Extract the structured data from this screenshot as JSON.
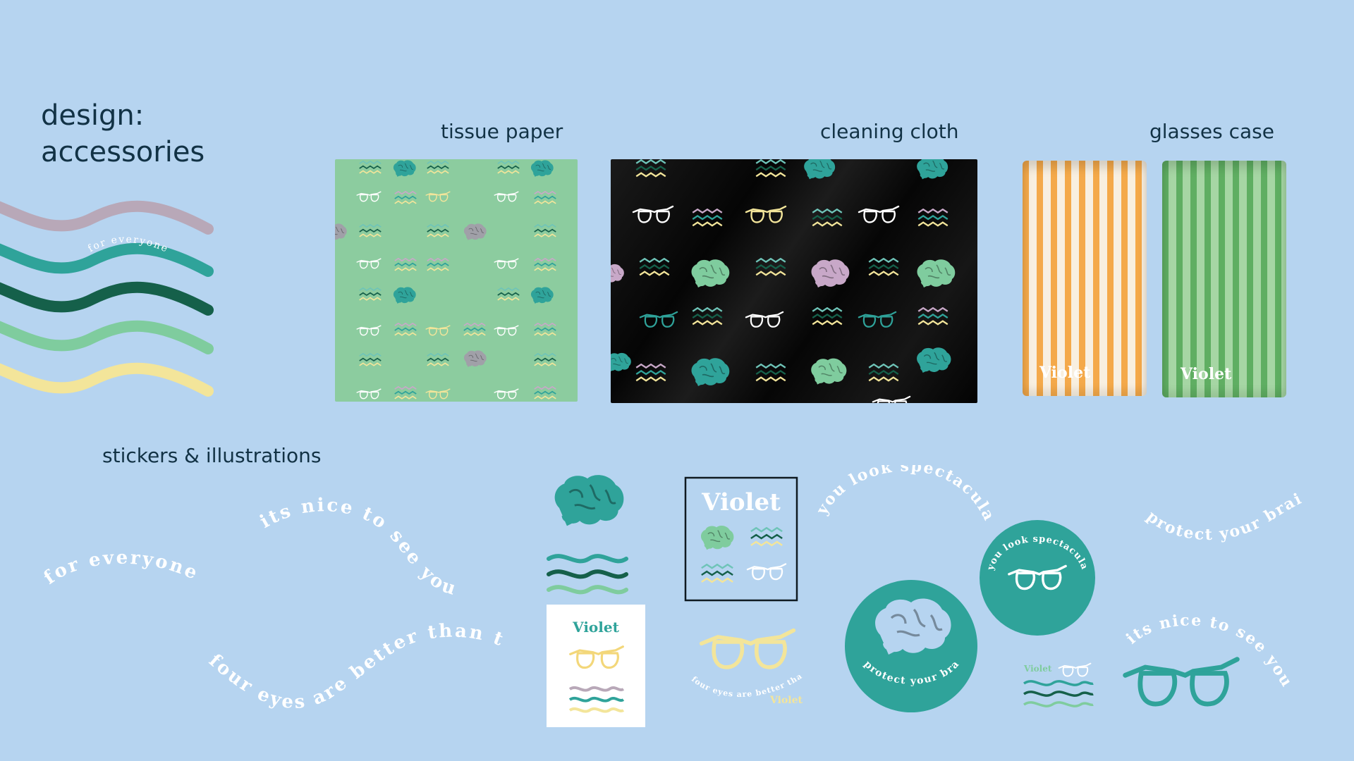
{
  "heading": {
    "line1": "design:",
    "line2": "accessories"
  },
  "sections": {
    "tissue_paper": "tissue paper",
    "cleaning_cloth": "cleaning cloth",
    "glasses_case": "glasses case",
    "stickers": "stickers & illustrations"
  },
  "brand": "Violet",
  "phrases": {
    "for_everyone": "for everyone",
    "nice_to_see": "its nice to see you",
    "four_eyes": "four eyes are better than two",
    "spectacular": "you look spectacular",
    "protect_brain": "protect your brain"
  },
  "colors": {
    "background": "#b6d4f0",
    "mauve": "#b8a8b8",
    "teal": "#2fa39a",
    "dark_green": "#15604a",
    "mint": "#7fcc9e",
    "yellow": "#f3e59a",
    "tissue_green": "#8ccc9f",
    "cloth_black": "#0c0c0c",
    "orange_stripe": "#f4a94a",
    "green_stripe": "#5fae62"
  },
  "icons": [
    "brain-icon",
    "glasses-icon",
    "wave-icon"
  ]
}
